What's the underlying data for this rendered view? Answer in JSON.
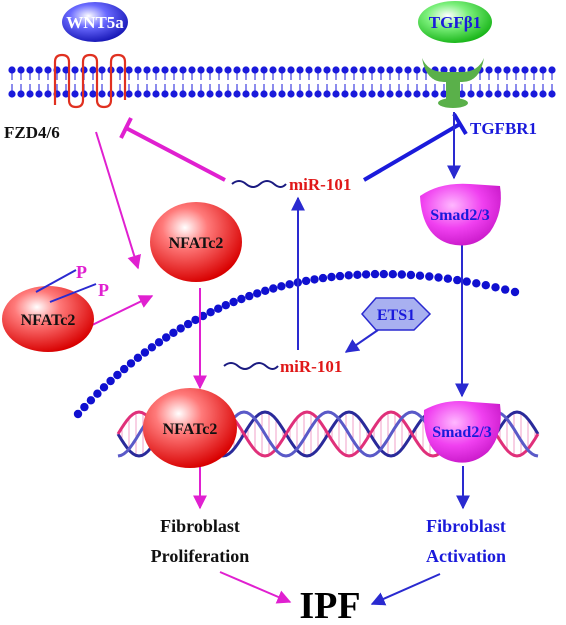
{
  "ligands": {
    "wnt5a": "WNT5a",
    "tgfb1": "TGFβ1"
  },
  "receptors": {
    "fzd": "FZD4/6",
    "tgfbr1": "TGFBR1"
  },
  "mirna": {
    "cytoplasm": "miR-101",
    "nucleus": "miR-101"
  },
  "proteins": {
    "nfatc2_phospho": "NFATc2",
    "nfatc2_cyto": "NFATc2",
    "nfatc2_nuclear": "NFATc2",
    "phospho_a": "P",
    "phospho_b": "P",
    "smad_cyto": "Smad2/3",
    "smad_nuclear": "Smad2/3",
    "ets1": "ETS1"
  },
  "outcomes": {
    "left_line1": "Fibroblast",
    "left_line2": "Proliferation",
    "right_line1": "Fibroblast",
    "right_line2": "Activation",
    "disease": "IPF"
  },
  "colors": {
    "membrane": "#1a1adb",
    "magenta_arrow": "#e020d0",
    "blue_arrow": "#2a2ad0",
    "mir_text": "#e01818",
    "nfat_fill": "#e81818",
    "smad_fill": "#f020e8",
    "wnt_fill": "#2222cc",
    "tgf_fill": "#22cc22",
    "receptor_green": "#5ab04a",
    "fzd_red": "#e03020",
    "ets_fill": "#a8b0f0"
  }
}
